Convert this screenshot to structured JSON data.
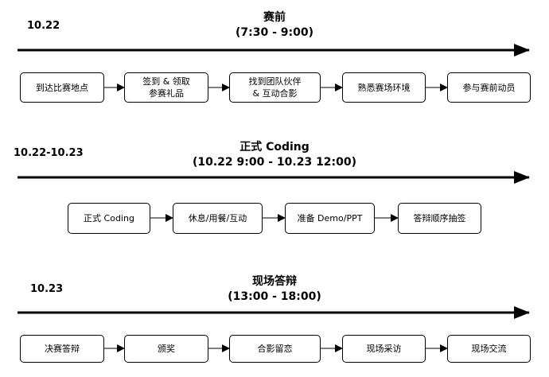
{
  "sections": [
    {
      "date": "10.22",
      "title": "赛前",
      "time": "(7:30 - 9:00)",
      "steps": [
        "到达比赛地点",
        "签到 & 领取\n参赛礼品",
        "找到团队伙伴\n& 互动合影",
        "熟悉赛场环境",
        "参与赛前动员"
      ]
    },
    {
      "date": "10.22-10.23",
      "title": "正式 Coding",
      "time": "(10.22 9:00 - 10.23 12:00)",
      "steps": [
        "正式 Coding",
        "休息/用餐/互动",
        "准备 Demo/PPT",
        "答辩顺序抽签"
      ]
    },
    {
      "date": "10.23",
      "title": "现场答辩",
      "time": "(13:00 - 18:00)",
      "steps": [
        "决赛答辩",
        "颁奖",
        "合影留恋",
        "现场采访",
        "现场交流"
      ]
    }
  ]
}
